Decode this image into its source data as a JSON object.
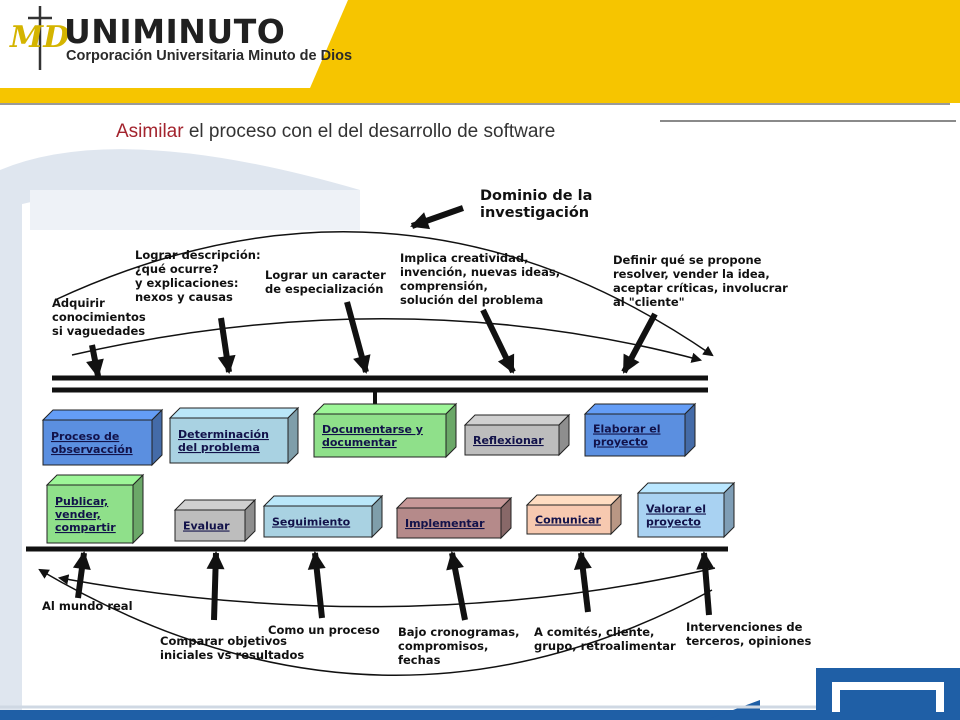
{
  "header": {
    "brand": "UNIMINUTO",
    "brand_subtitle": "Corporación Universitaria Minuto de Dios",
    "monogram": "MD"
  },
  "slide": {
    "subtitle_accent": "Asimilar",
    "subtitle_rest": " el proceso con el del desarrollo de software"
  },
  "diagram": {
    "top_label": [
      "Dominio de la",
      "investigación"
    ],
    "upper_labels": [
      [
        "Adquirir",
        "conocimientos",
        "si vaguedades"
      ],
      [
        "Lograr descripción:",
        "¿qué ocurre?",
        "y explicaciones:",
        "nexos y causas"
      ],
      [
        "Lograr un caracter",
        "de especialización"
      ],
      [
        "Implica creatividad,",
        "invención, nuevas ideas,",
        "comprensión,",
        "solución del problema"
      ],
      [
        "Definir qué se propone",
        "resolver, vender la idea,",
        "aceptar críticas, involucrar",
        "al \"cliente\""
      ]
    ],
    "upper_boxes": [
      {
        "lines": [
          "Proceso de",
          "observacción"
        ],
        "color": "#5b8fe0"
      },
      {
        "lines": [
          "Determinación",
          "del problema"
        ],
        "color": "#a9d2e2"
      },
      {
        "lines": [
          "Documentarse y",
          "documentar"
        ],
        "color": "#8fe08a"
      },
      {
        "lines": [
          "Reflexionar"
        ],
        "color": "#bdbdbd"
      },
      {
        "lines": [
          "Elaborar el",
          "proyecto"
        ],
        "color": "#5b8fe0"
      }
    ],
    "lower_boxes": [
      {
        "lines": [
          "Publicar,",
          "vender,",
          "compartir"
        ],
        "color": "#8fe08a"
      },
      {
        "lines": [
          "Evaluar"
        ],
        "color": "#bdbdbd"
      },
      {
        "lines": [
          "Seguimiento"
        ],
        "color": "#a9d2e2"
      },
      {
        "lines": [
          "Implementar"
        ],
        "color": "#b58a8a"
      },
      {
        "lines": [
          "Comunicar"
        ],
        "color": "#f7c9b0"
      },
      {
        "lines": [
          "Valorar el",
          "proyecto"
        ],
        "color": "#a9d2f2"
      }
    ],
    "lower_labels": [
      [
        "Al mundo real"
      ],
      [
        "Comparar objetivos",
        "iniciales vs resultados"
      ],
      [
        "Como un proceso"
      ],
      [
        "Bajo cronogramas,",
        "compromisos,",
        "fechas"
      ],
      [
        "A comités, cliente,",
        "grupo, retroalimentar"
      ],
      [
        "Intervenciones de",
        "terceros, opiniones"
      ]
    ]
  },
  "colors": {
    "header_yellow": "#f6c500",
    "footer_blue": "#1f5fa6",
    "watermark_blue": "#dfe6ef",
    "accent_red": "#a3242e"
  }
}
